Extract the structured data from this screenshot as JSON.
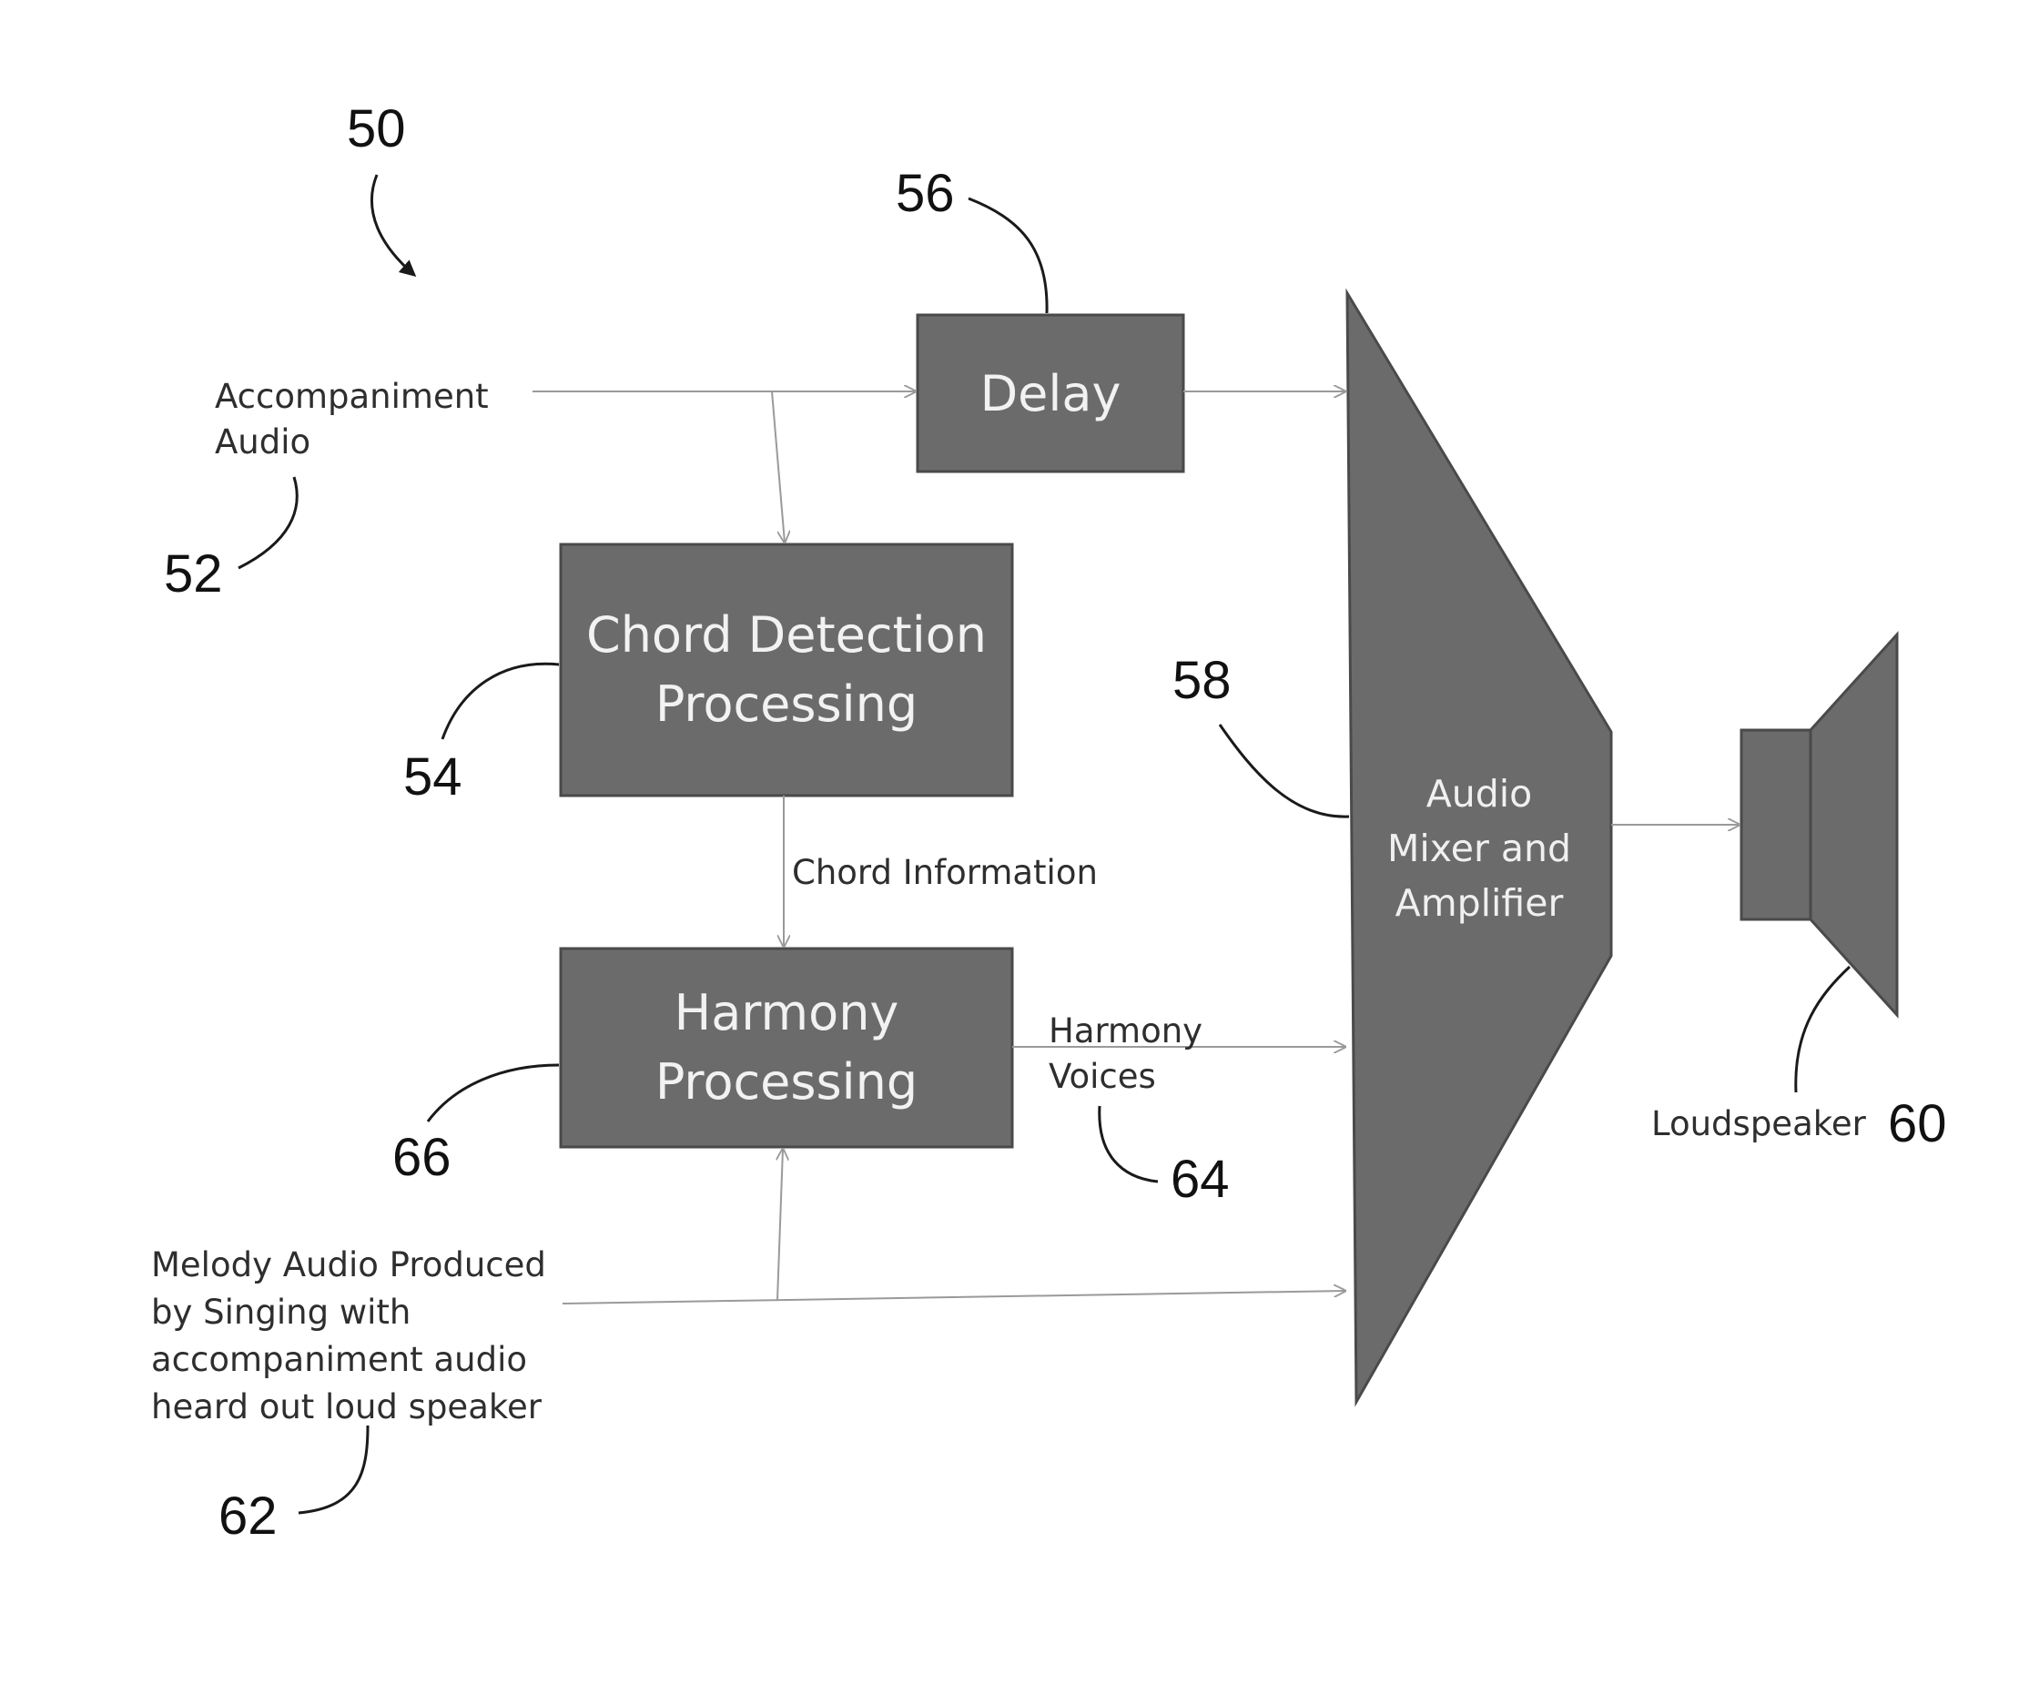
{
  "figure": {
    "ref_50": "50",
    "accompaniment": {
      "label_lines": [
        "Accompaniment",
        "Audio"
      ],
      "ref": "52"
    },
    "delay": {
      "label": "Delay",
      "ref": "56"
    },
    "chord_detection": {
      "label_lines": [
        "Chord Detection",
        "Processing"
      ],
      "ref": "54"
    },
    "chord_information": "Chord Information",
    "harmony_processing": {
      "label_lines": [
        "Harmony",
        "Processing"
      ],
      "ref": "66"
    },
    "harmony_voices": {
      "label_lines": [
        "Harmony",
        "Voices"
      ],
      "ref": "64"
    },
    "melody": {
      "label_lines": [
        "Melody Audio Produced",
        "by Singing with",
        "accompaniment audio",
        "heard out loud speaker"
      ],
      "ref": "62"
    },
    "mixer": {
      "label_lines": [
        "Audio",
        "Mixer and",
        "Amplifier"
      ],
      "ref": "58"
    },
    "loudspeaker": {
      "label": "Loudspeaker",
      "ref": "60"
    }
  },
  "colors": {
    "block_fill": "#6b6b6b",
    "block_stroke": "#4a4a4a",
    "connector": "#9a9a9a",
    "leader": "#1a1a1a"
  }
}
